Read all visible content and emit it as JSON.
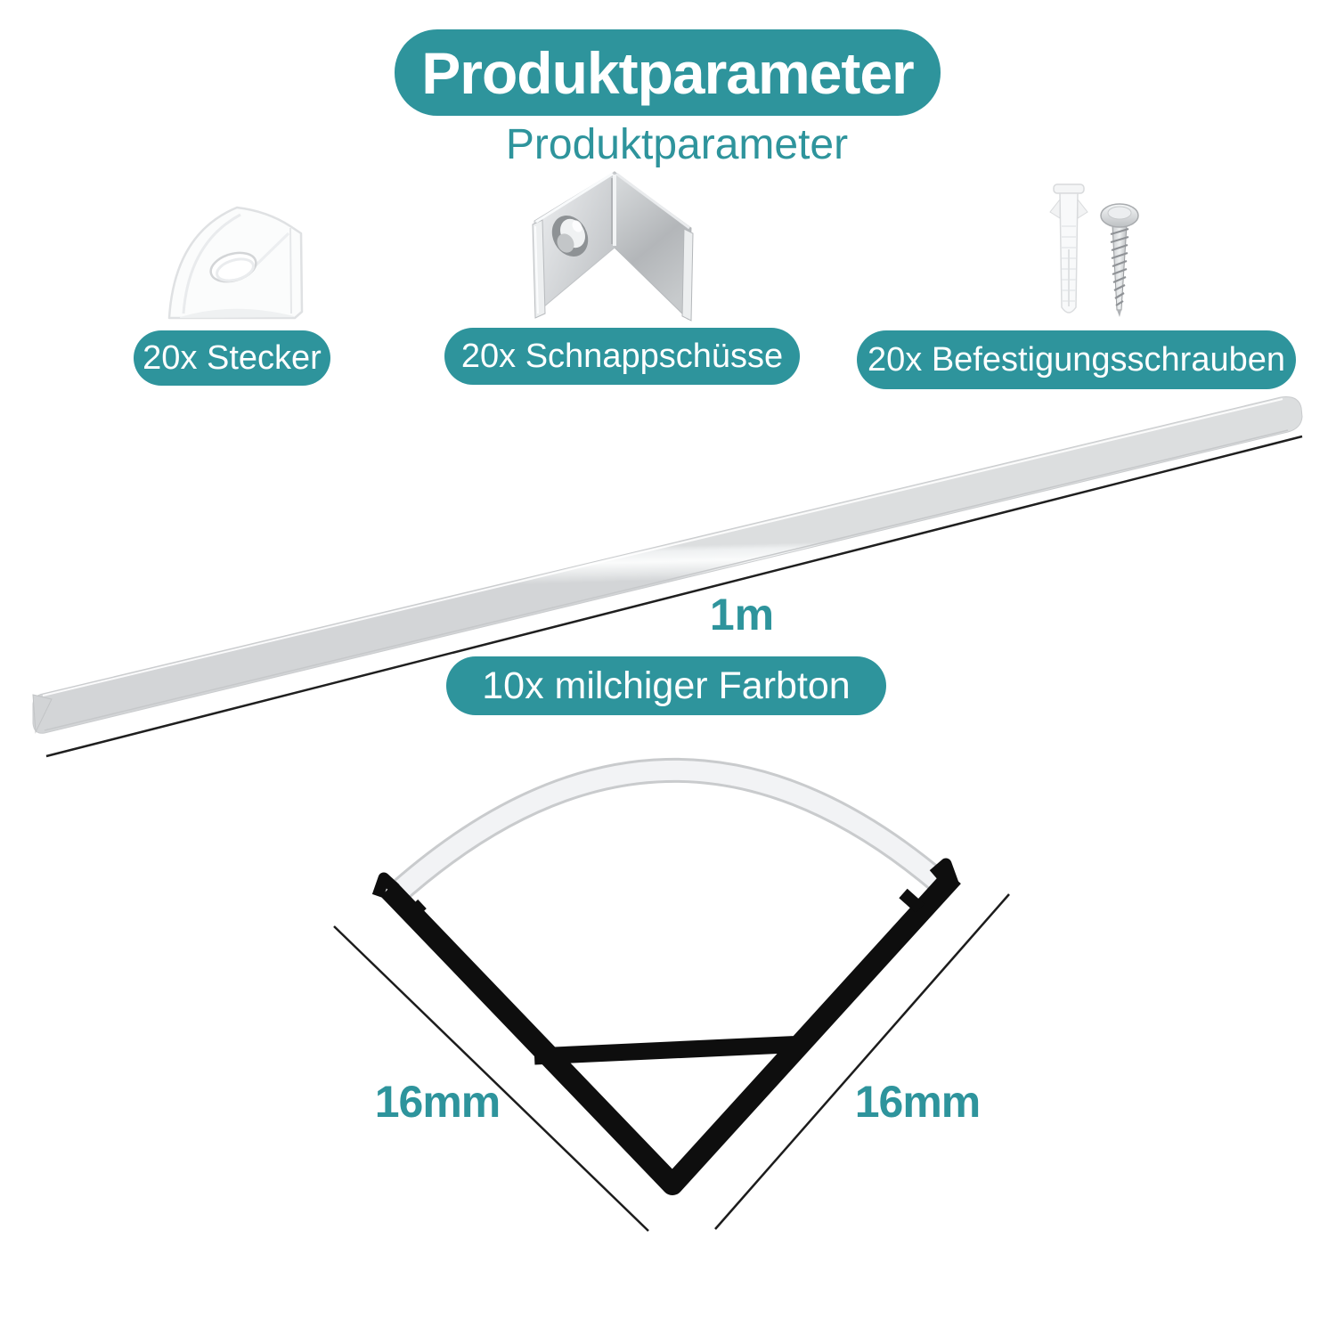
{
  "theme": {
    "teal": "#2E949C",
    "background": "#ffffff",
    "profile_black": "#0e0e0e",
    "dimension_line": "#1f1f1f",
    "metal_gray": "#c9ccce",
    "plastic_white": "#f8f9fa"
  },
  "header": {
    "title_badge": "Produktparameter",
    "subtitle": "Produktparameter"
  },
  "components": [
    {
      "name": "end-cap",
      "label": "20x Stecker"
    },
    {
      "name": "corner-clip",
      "label": "20x Schnappschüsse"
    },
    {
      "name": "mounting-screws",
      "label": "20x Befestigungsschrauben"
    }
  ],
  "profile_bar": {
    "length_label": "1m",
    "variant_label": "10x milchiger Farbton"
  },
  "cross_section": {
    "left_dimension": "16mm",
    "right_dimension": "16mm"
  }
}
